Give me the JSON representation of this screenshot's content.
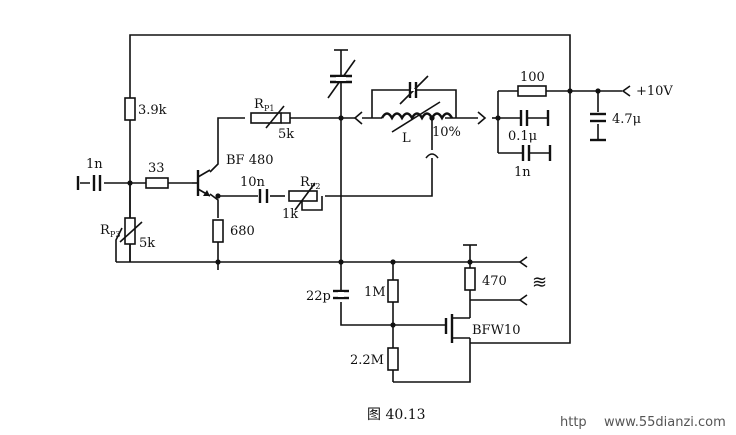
{
  "figure": {
    "caption": "图 40.13",
    "watermark": "www.55dianzi.com",
    "watermark_prefix": "http"
  },
  "labels": {
    "r_39k": "3.9k",
    "c_in": "1n",
    "r_33": "33",
    "transistor": "BF 480",
    "rp1_name": "R",
    "rp1_sub": "P1",
    "rp1_val": "5k",
    "c_10n": "10n",
    "rp2_name": "R",
    "rp2_sub": "P2",
    "rp2_val": "1k",
    "rp3_name": "R",
    "rp3_sub": "P3",
    "rp3_val": "5k",
    "r_680": "680",
    "inductor": "L",
    "tap": "10%",
    "r_100": "100",
    "c_01u": "0.1μ",
    "c_1n_b": "1n",
    "c_47u": "4.7μ",
    "supply": "+10V",
    "c_22p": "22p",
    "r_1m": "1M",
    "r_22m": "2.2M",
    "r_470": "470",
    "fet": "BFW10",
    "rf_symbol": "≋"
  }
}
